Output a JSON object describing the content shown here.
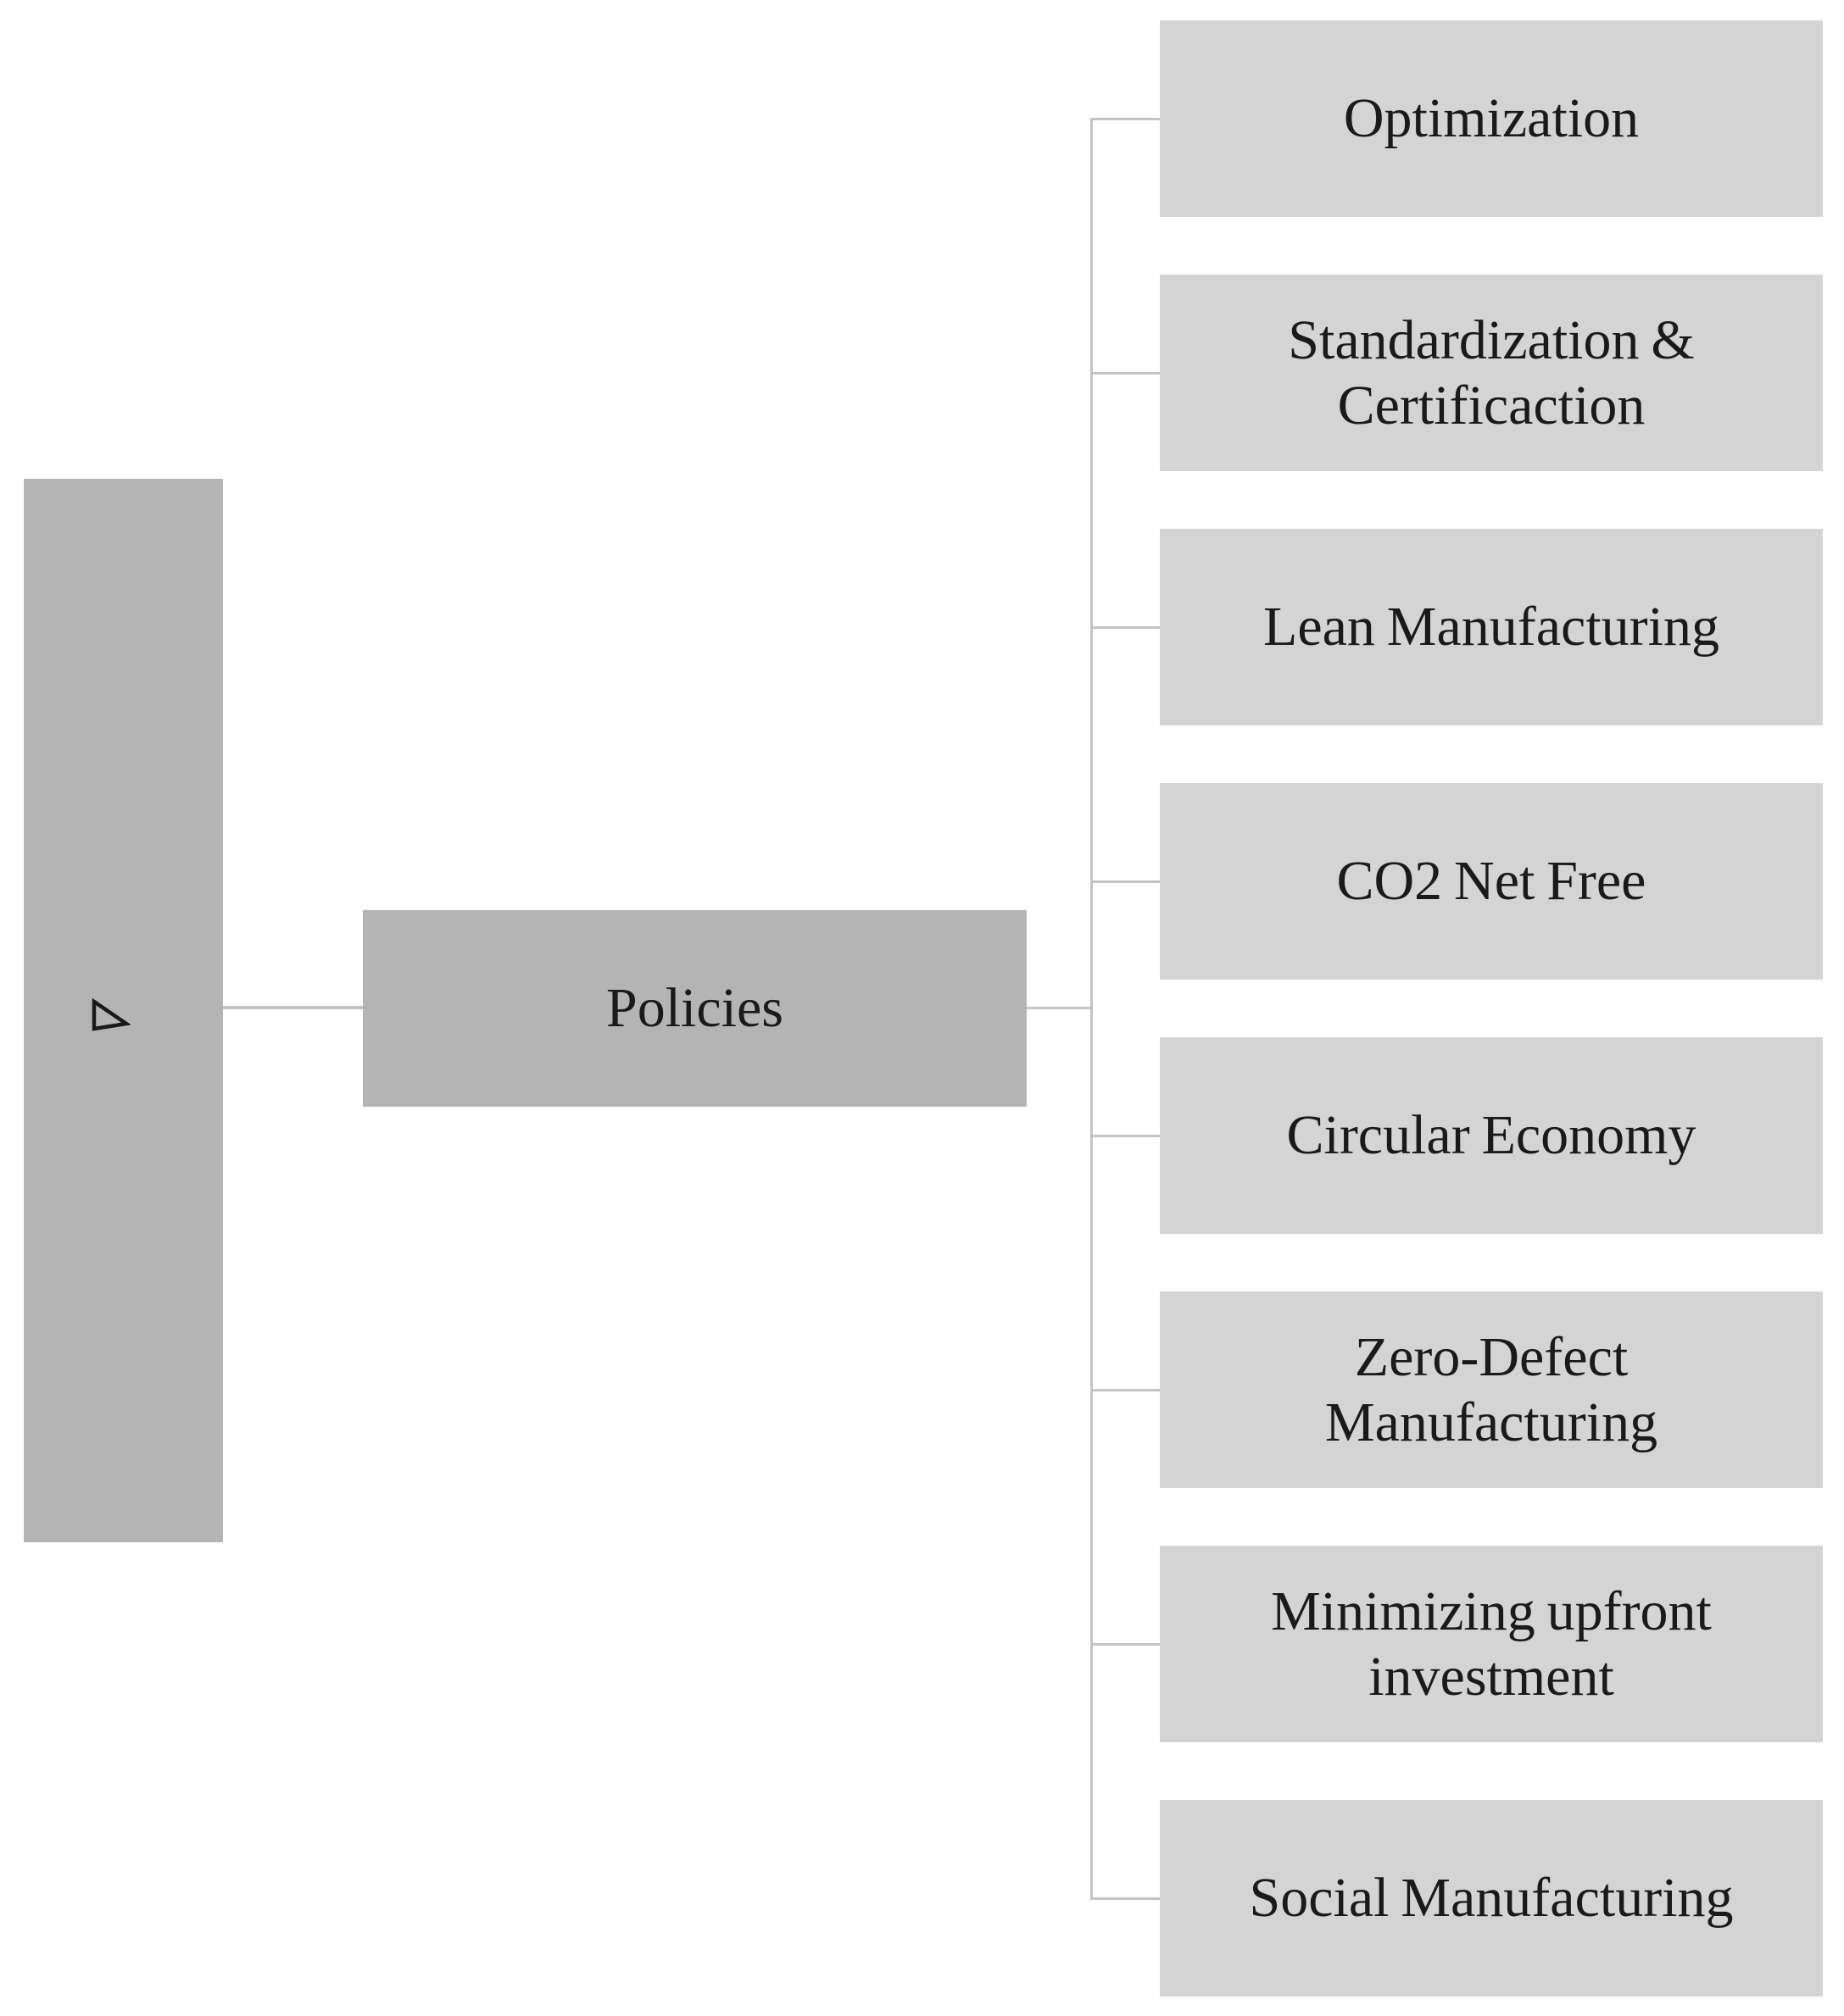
{
  "diagram": {
    "root": {
      "glyph": "lower-left-triangle",
      "glyph_char": "◺"
    },
    "center": {
      "label": "Policies"
    },
    "children": [
      {
        "label": "Optimization"
      },
      {
        "label": "Standardization & Certificaction"
      },
      {
        "label": "Lean Manufacturing"
      },
      {
        "label": "CO2 Net Free"
      },
      {
        "label": "Circular Economy"
      },
      {
        "label": "Zero-Defect Manufacturing"
      },
      {
        "label": "Minimizing upfront investment"
      },
      {
        "label": "Social Manufacturing"
      }
    ],
    "colors": {
      "background": "#ffffff",
      "parent_fill": "#b4b4b4",
      "child_fill": "#d4d4d4",
      "connector": "#c3c3c3",
      "text": "#1a1a1a"
    }
  }
}
